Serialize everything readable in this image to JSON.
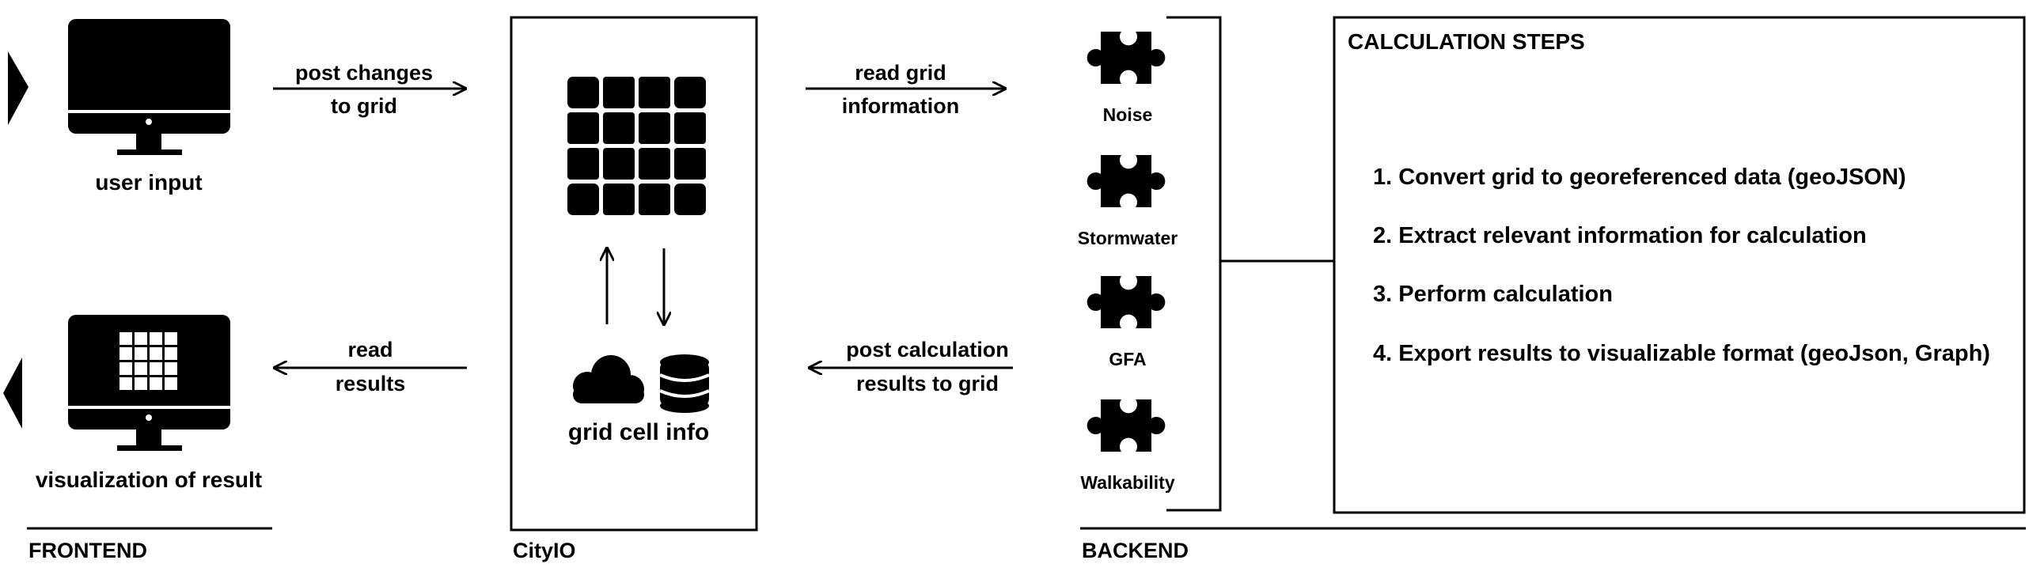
{
  "frontend": {
    "section_label": "FRONTEND",
    "user_input_label": "user input",
    "visualization_label": "visualization of result"
  },
  "cityio": {
    "section_label": "CityIO",
    "grid_cell_info_label": "grid cell info"
  },
  "backend": {
    "section_label": "BACKEND",
    "modules": [
      "Noise",
      "Stormwater",
      "GFA",
      "Walkability"
    ]
  },
  "arrows": {
    "post_changes": [
      "post changes",
      "to grid"
    ],
    "read_grid": [
      "read grid",
      "information"
    ],
    "read_results": [
      "read",
      "results"
    ],
    "post_calculation": [
      "post calculation",
      "results to grid"
    ]
  },
  "calculation": {
    "title": "CALCULATION STEPS",
    "steps": [
      "1. Convert grid to georeferenced data (geoJSON)",
      "2. Extract relevant information for calculation",
      "3. Perform calculation",
      "4. Export results to visualizable format (geoJson, Graph)"
    ]
  }
}
